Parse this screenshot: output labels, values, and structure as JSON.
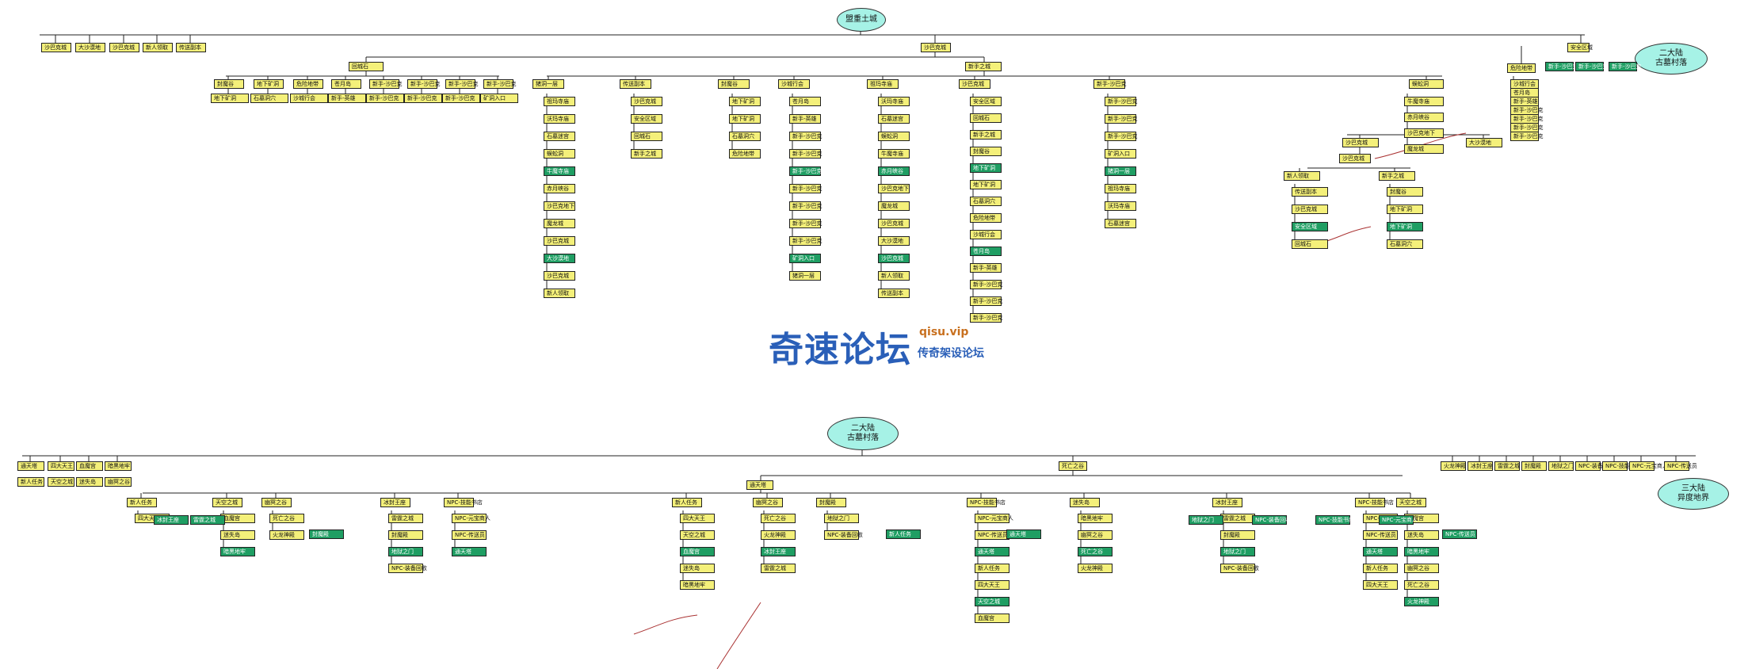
{
  "diagram": {
    "ovals": [
      {
        "text": "盟重土城"
      },
      {
        "text": "二大陆\n古墓村落"
      },
      {
        "text": "二大陆\n古墓村落"
      },
      {
        "text": "三大陆\n异度地界"
      }
    ],
    "watermark": {
      "brand": "奇速论坛",
      "site": "qisu.vip",
      "sub": "传奇架设论坛"
    },
    "upper_nodes": [
      "沙巴克城",
      "大沙漠地",
      "沙巴克城",
      "新人领取",
      "传送副本",
      "沙巴克城",
      "安全区域",
      "回城石",
      "新手之城",
      "封魔谷",
      "地下矿洞",
      "地下矿洞",
      "石墓洞穴",
      "危险地带",
      "沙城行会",
      "苍月岛",
      "新手-英雄",
      "新手-沙巴克",
      "新手-沙巴克",
      "新手-沙巴克",
      "新手-沙巴克",
      "新手-沙巴克",
      "新手-沙巴克",
      "新手-沙巴克",
      "矿洞入口",
      "猪洞一层",
      "祖玛寺庙",
      "沃玛寺庙",
      "石墓迷宫",
      "蜈蚣洞",
      "牛魔寺庙",
      "赤月峡谷",
      "沙巴克地下",
      "魔龙城"
    ],
    "lower_nodes": [
      "通天塔",
      "新人任务",
      "四大天王",
      "天空之城",
      "血魔宫",
      "迷失岛",
      "暗黑地牢",
      "幽冥之谷",
      "死亡之谷",
      "火龙神殿",
      "冰封王座",
      "雷霆之城",
      "封魔殿",
      "地狱之门",
      "NPC-装备回收",
      "NPC-技能书店",
      "NPC-元宝商人",
      "NPC-传送员"
    ]
  }
}
